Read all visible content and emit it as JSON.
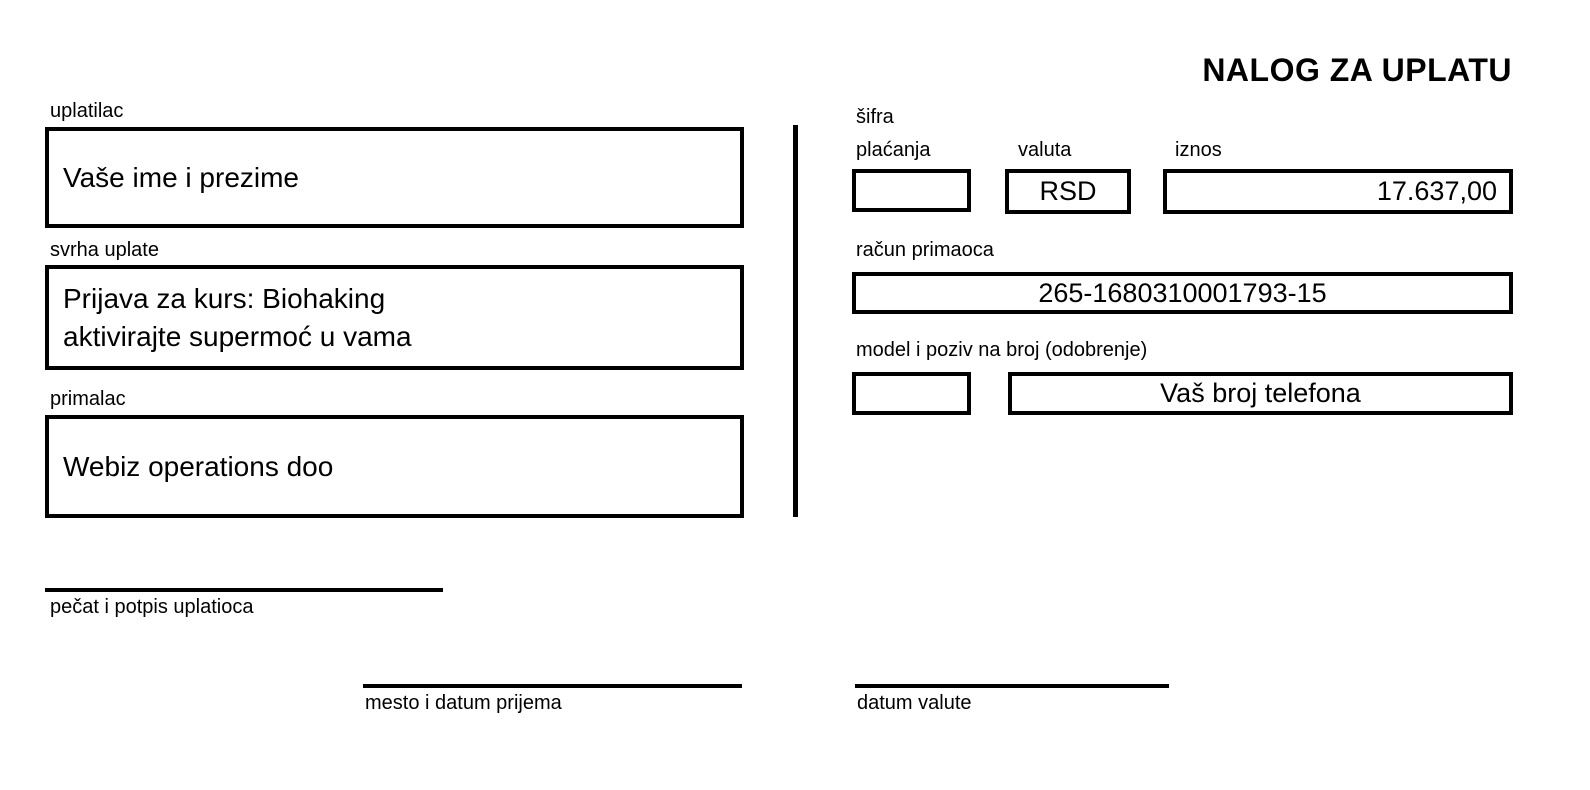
{
  "document": {
    "title": "NALOG ZA UPLATU"
  },
  "payer": {
    "label": "uplatilac",
    "value": "Vaše ime i prezime"
  },
  "purpose": {
    "label": "svrha uplate",
    "line1": "Prijava za kurs: Biohaking",
    "line2": "aktivirajte supermoć u vama"
  },
  "recipient": {
    "label": "primalac",
    "value": "Webiz operations doo"
  },
  "payment_code": {
    "label_line1": "šifra",
    "label_line2": "plaćanja",
    "value": ""
  },
  "currency": {
    "label": "valuta",
    "value": "RSD"
  },
  "amount": {
    "label": "iznos",
    "value": "17.637,00"
  },
  "recipient_account": {
    "label": "račun primaoca",
    "value": "265-1680310001793-15"
  },
  "reference": {
    "label": "model i poziv na broj (odobrenje)",
    "model_value": "",
    "value": "Vaš broj telefona"
  },
  "signatures": {
    "payer_stamp": "pečat i potpis uplatioca",
    "place_and_date": "mesto i datum prijema",
    "value_date": "datum valute"
  },
  "colors": {
    "ink": "#000000",
    "paper": "#ffffff"
  }
}
